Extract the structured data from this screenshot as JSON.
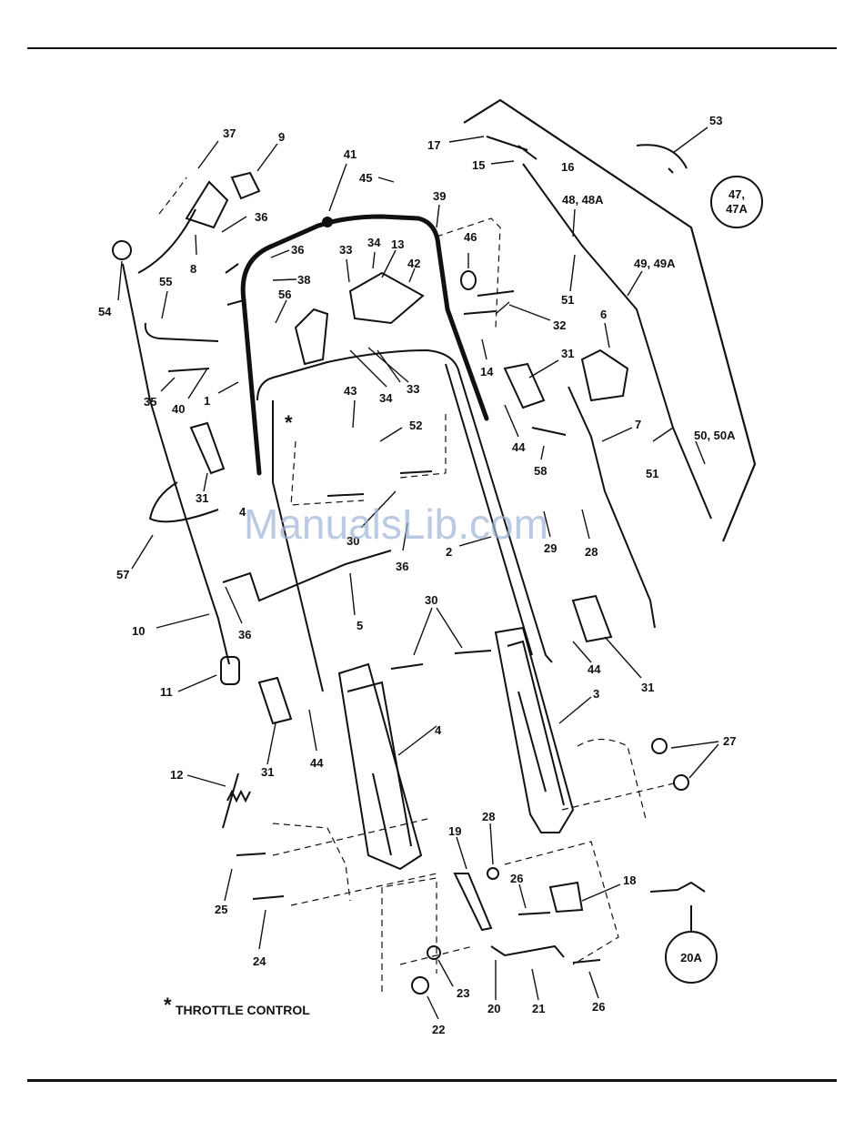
{
  "labels": [
    "37",
    "9",
    "41",
    "17",
    "15",
    "16",
    "53",
    "45",
    "39",
    "47,\n47A",
    "36",
    "36",
    "34",
    "13",
    "46",
    "48, 48A",
    "54",
    "8",
    "33",
    "42",
    "51",
    "49, 49A",
    "55",
    "38",
    "56",
    "32",
    "6",
    "14",
    "31",
    "35",
    "40",
    "1",
    "34",
    "33",
    "43",
    "52",
    "44",
    "7",
    "58",
    "51",
    "50, 50A",
    "31",
    "4",
    "30",
    "2",
    "29",
    "28",
    "57",
    "36",
    "36",
    "5",
    "30",
    "10",
    "44",
    "31",
    "11",
    "3",
    "4",
    "31",
    "44",
    "27",
    "12",
    "28",
    "19",
    "26",
    "18",
    "25",
    "24",
    "23",
    "20",
    "21",
    "26",
    "20A",
    "22"
  ],
  "note": {
    "star": "*",
    "text": "THROTTLE CONTROL"
  },
  "watermark": "ManualsLib.com"
}
